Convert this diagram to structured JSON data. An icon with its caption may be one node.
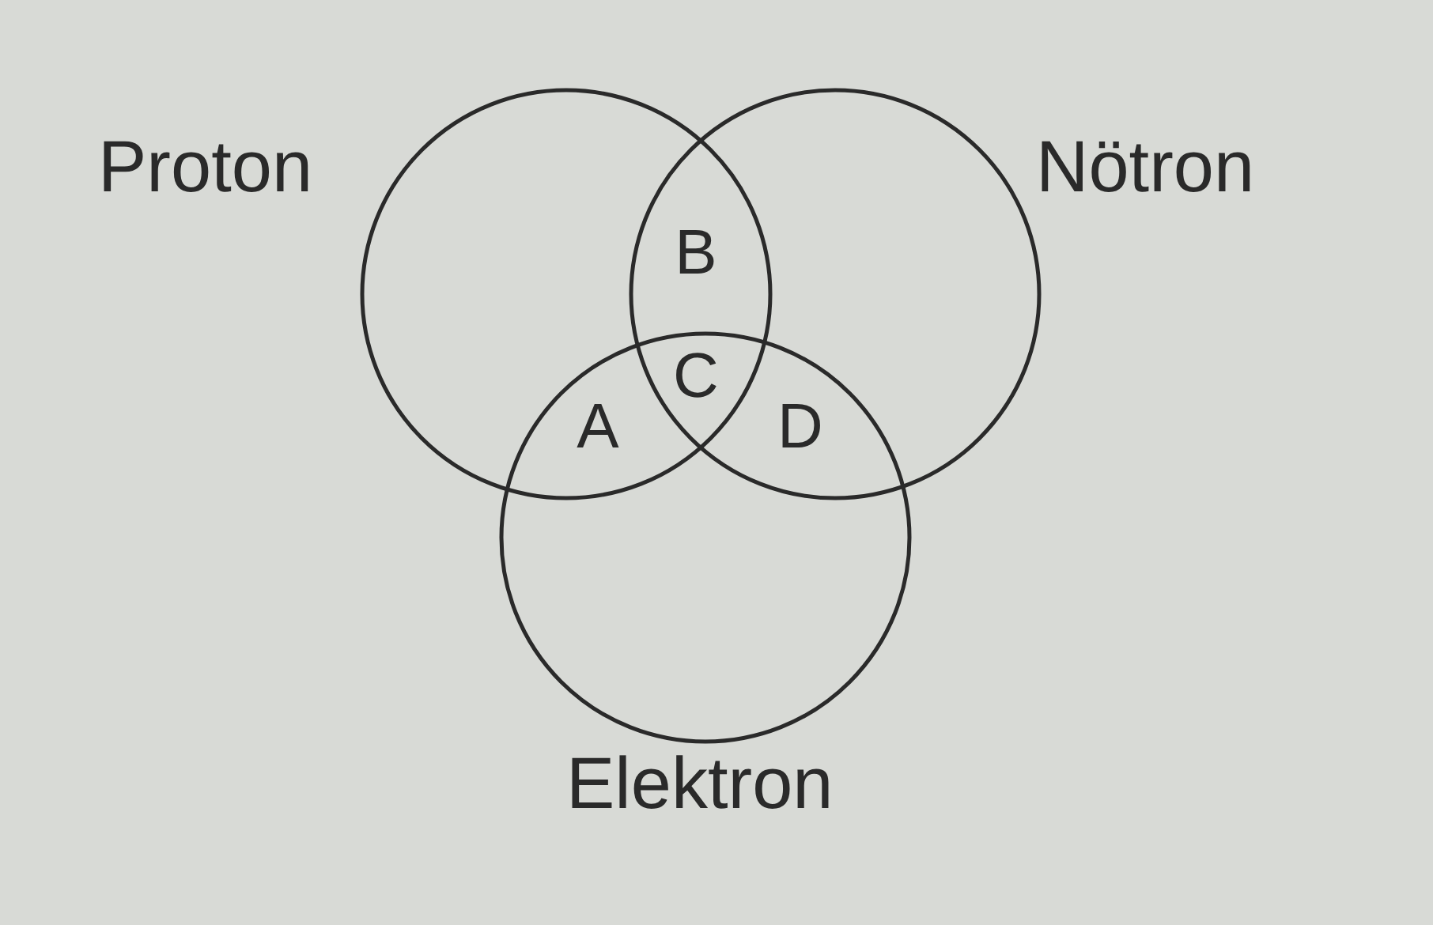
{
  "diagram": {
    "nodes": [
      {
        "text": [
          "Proton"
        ]
      },
      {
        "text": [
          "Nötron"
        ]
      },
      {
        "text": [
          "Elektron"
        ]
      }
    ],
    "labels": [
      "B",
      "C",
      "A",
      "D"
    ]
  }
}
